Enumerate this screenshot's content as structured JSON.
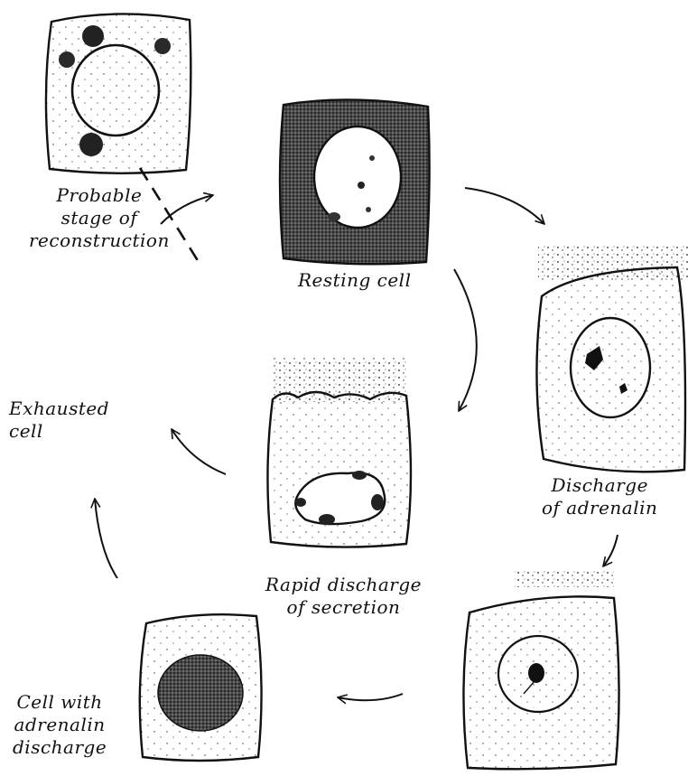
{
  "labels": {
    "probable_reconstruction": [
      "Probable",
      "stage of",
      "reconstruction"
    ],
    "resting_cell": [
      "Resting cell"
    ],
    "exhausted_cell": [
      "Exhausted",
      "cell"
    ],
    "discharge_adrenalin": [
      "Discharge",
      "of adrenalin"
    ],
    "rapid_discharge": [
      "Rapid discharge",
      "of secretion"
    ],
    "cell_with_adrenalin_discharge": [
      "Cell with",
      "adrenalin",
      "discharge"
    ]
  },
  "colors": {
    "ink": "#111111",
    "paper": "#ffffff"
  }
}
